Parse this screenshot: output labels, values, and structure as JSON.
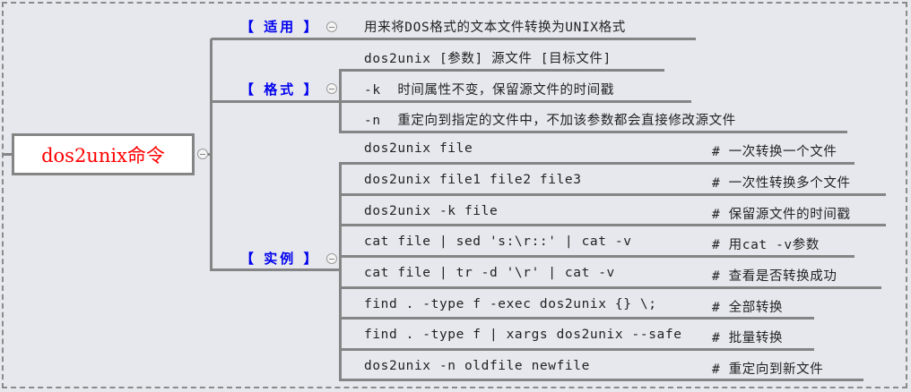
{
  "root": {
    "label": "dos2unix命令"
  },
  "branches": [
    {
      "label": "【 适用 】",
      "items": [
        {
          "text": "用来将DOS格式的文本文件转换为UNIX格式"
        }
      ]
    },
    {
      "label": "【 格式 】",
      "items": [
        {
          "text": "dos2unix [参数] 源文件 [目标文件]"
        },
        {
          "text": "-k  时间属性不变，保留源文件的时间戳"
        },
        {
          "text": "-n  重定向到指定的文件中，不加该参数都会直接修改源文件"
        }
      ]
    },
    {
      "label": "【 实例 】",
      "items": [
        {
          "text": "dos2unix file",
          "comment": "# 一次转换一个文件"
        },
        {
          "text": "dos2unix file1 file2 file3",
          "comment": "# 一次性转换多个文件"
        },
        {
          "text": "dos2unix -k file",
          "comment": "# 保留源文件的时间戳"
        },
        {
          "text": "cat file | sed 's:\\r::' | cat -v",
          "comment": "# 用cat -v参数"
        },
        {
          "text": "cat file | tr -d '\\r' | cat -v",
          "comment": "# 查看是否转换成功"
        },
        {
          "text": "find . -type f -exec dos2unix {} \\;",
          "comment": "# 全部转换"
        },
        {
          "text": "find . -type f | xargs dos2unix --safe",
          "comment": "# 批量转换"
        },
        {
          "text": "dos2unix -n oldfile newfile",
          "comment": "# 重定向到新文件"
        }
      ]
    }
  ],
  "colors": {
    "background": "#e6e8ee",
    "root_text": "#ff0000",
    "branch_text": "#0000ee",
    "connector": "#858585"
  }
}
